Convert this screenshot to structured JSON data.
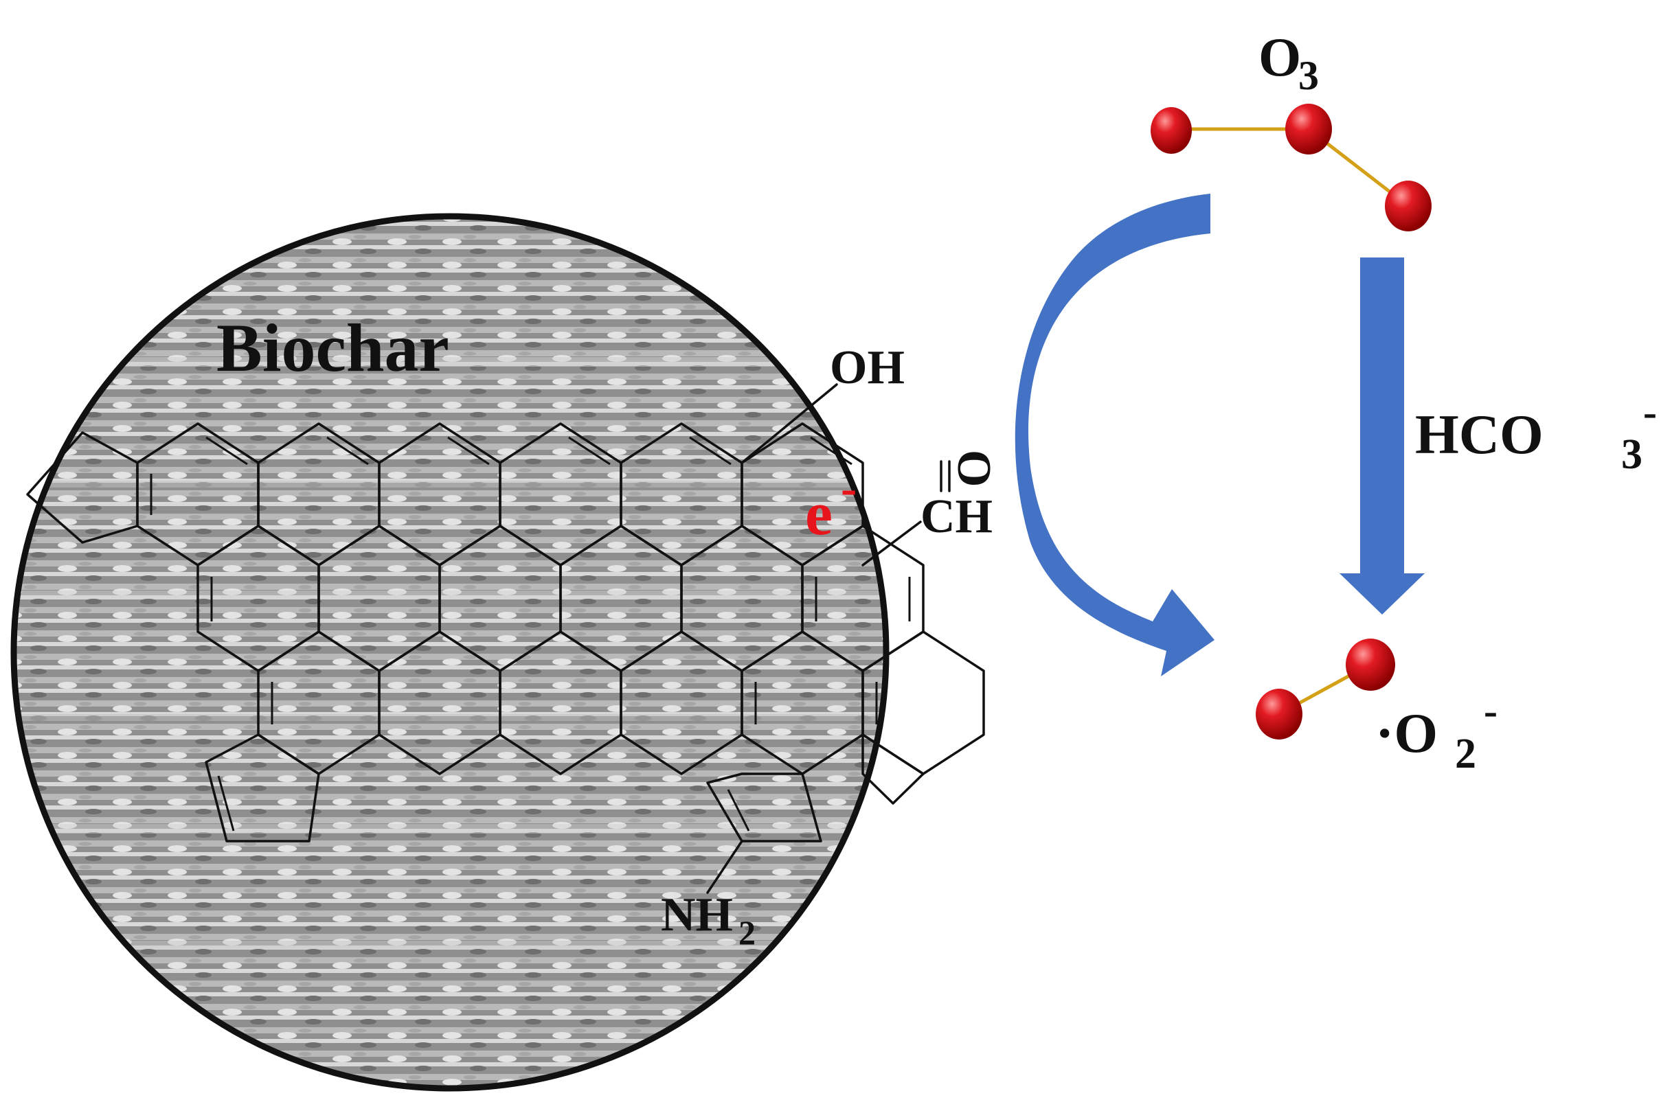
{
  "labels": {
    "biochar": "Biochar",
    "oh": "OH",
    "carbonyl_o": "O",
    "carbonyl_ch": "CH",
    "electron": "e",
    "electron_charge": "-",
    "amine_nh": "NH",
    "amine_sub": "2",
    "ozone_o": "O",
    "ozone_sub": "3",
    "bicarbonate": "HCO",
    "bicarbonate_sub": "3",
    "bicarbonate_charge": "-",
    "superoxide_dot": "·O",
    "superoxide_sub": "2",
    "superoxide_charge": "-"
  },
  "colors": {
    "arrow_blue": "#4472C4",
    "arrow_blue_dark": "#2F5597",
    "atom_red": "#E31B23",
    "bond_gold": "#D4A017",
    "electron_red": "#E8141B",
    "outline": "#111111"
  },
  "icons": {
    "curved_arrow": "curved-arrow-icon",
    "straight_arrow": "down-arrow-icon",
    "molecule_o3": "ozone-molecule-icon",
    "molecule_o2": "superoxide-molecule-icon"
  }
}
